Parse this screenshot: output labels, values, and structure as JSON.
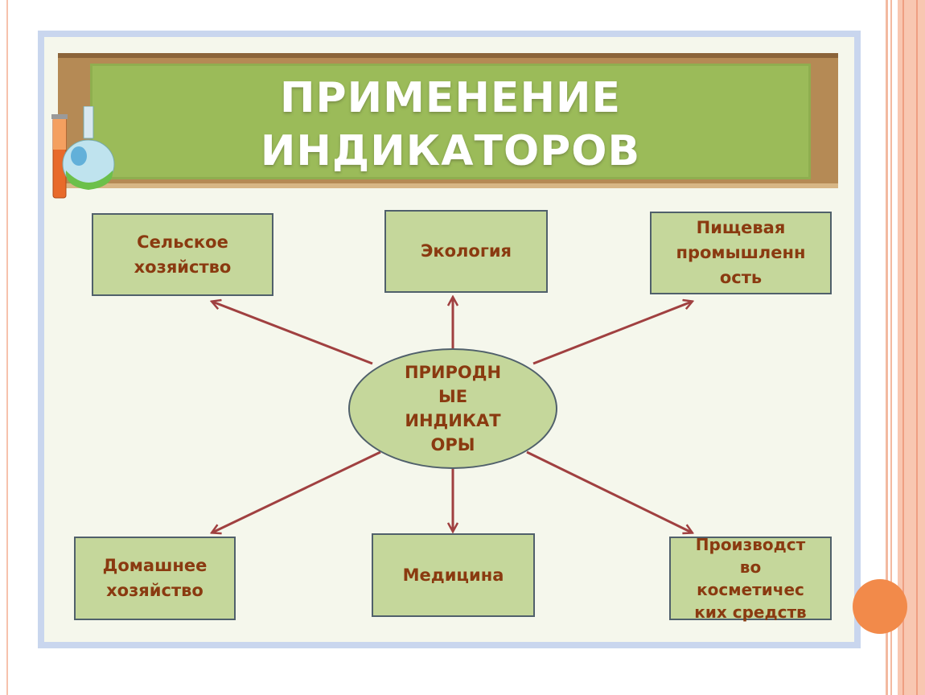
{
  "title": {
    "line1": "ПРИМЕНЕНИЕ",
    "line2": "ИНДИКАТОРОВ"
  },
  "center": "ПРИРОДН\nЫЕ\nИНДИКАТ\nОРЫ",
  "nodes": {
    "agriculture": "Сельское\nхозяйство",
    "ecology": "Экология",
    "food_industry": "Пищевая\nпромышленн\nость",
    "household": "Домашнее\nхозяйство",
    "medicine": "Медицина",
    "cosmetics": "Производст\nво\nкосметичес\nких средств"
  },
  "colors": {
    "board_green": "#9bbb59",
    "box_fill": "#c5d79b",
    "text": "#8a3a10",
    "arrow": "#a04040"
  },
  "icons": [
    "test-tube-icon",
    "flask-icon"
  ]
}
